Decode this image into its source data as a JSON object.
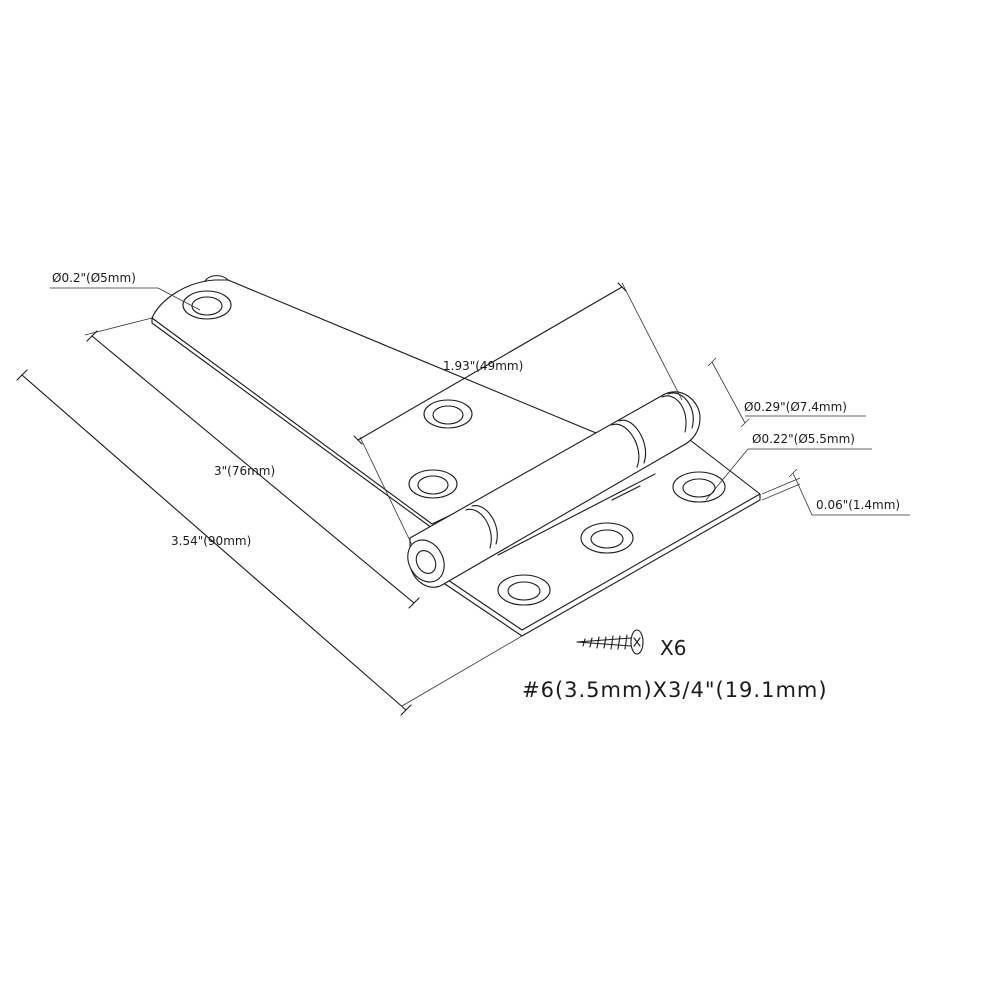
{
  "dimensions": {
    "hole_dia": "Ø0.2\"(Ø5mm)",
    "overall_length": "3.54\"(90mm)",
    "strap_length": "3\"(76mm)",
    "leaf_width": "1.93\"(49mm)",
    "knuckle_dia": "Ø0.29\"(Ø7.4mm)",
    "pin_dia": "Ø0.22\"(Ø5.5mm)",
    "thickness": "0.06\"(1.4mm)"
  },
  "screw": {
    "quantity": "X6",
    "spec": "#6(3.5mm)X3/4\"(19.1mm)"
  }
}
